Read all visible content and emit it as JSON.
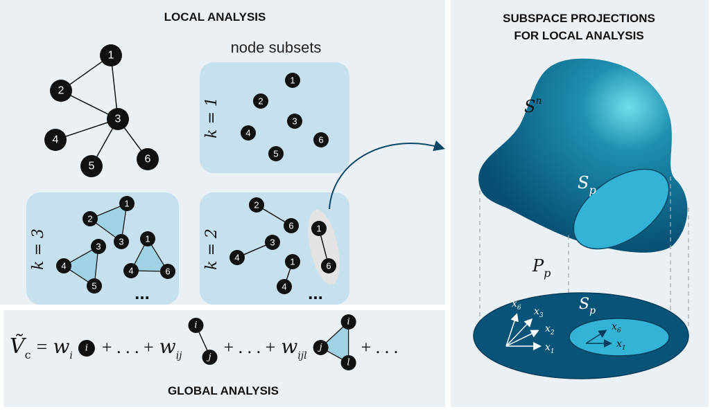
{
  "local": {
    "title": "LOCAL ANALYSIS",
    "subsets_label": "node subsets",
    "k1": "k = 1",
    "k2": "k = 2",
    "k3": "k = 3",
    "ellipsis": "..."
  },
  "global": {
    "title": "GLOBAL ANALYSIS",
    "lhs": "Ṽ",
    "lhs_sub": "c",
    "eq": "=",
    "w": "w",
    "sub_i": "i",
    "sub_ij": "ij",
    "sub_ijl": "ijl",
    "plus_dots": "+ . . . +",
    "tail": "+ . . .",
    "node_i": "i",
    "node_j": "j",
    "node_l": "l"
  },
  "right": {
    "title_line1": "SUBSPACE PROJECTIONS",
    "title_line2": "FOR LOCAL ANALYSIS",
    "S": "S",
    "n": "n",
    "p": "p",
    "P": "P",
    "x": "x",
    "idx": [
      "6",
      "3",
      "2",
      "1"
    ],
    "inner_idx": [
      "6",
      "1"
    ]
  },
  "nodes": {
    "n1": "1",
    "n2": "2",
    "n3": "3",
    "n4": "4",
    "n5": "5",
    "n6": "6"
  },
  "colors": {
    "panel": "#ebf0f4",
    "subset_box": "#c6e0ee",
    "triangle": "#9fd3e3",
    "dark_teal": "#075478",
    "light_teal": "#2faed0"
  }
}
